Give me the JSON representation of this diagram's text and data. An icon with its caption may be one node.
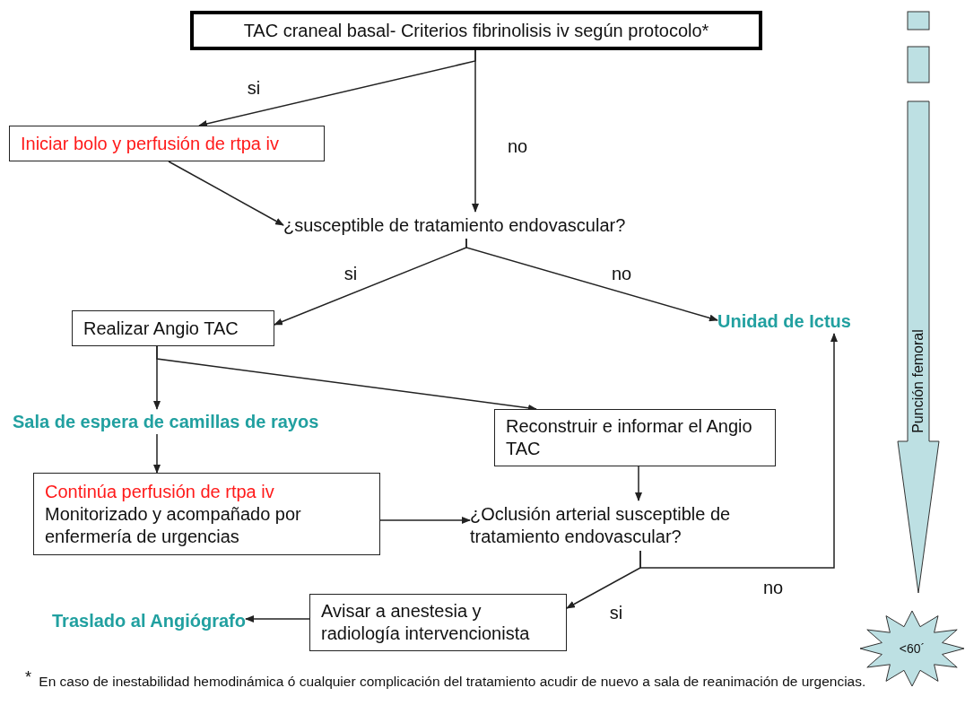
{
  "diagram": {
    "nodes": [
      {
        "text": [
          "TAC craneal basal- Criterios fibrinolisis iv según protocolo*"
        ]
      },
      {
        "text": [
          "Iniciar bolo y perfusión de rtpa iv"
        ]
      },
      {
        "text": [
          "¿susceptible de tratamiento endovascular?"
        ]
      },
      {
        "text": [
          "Realizar Angio TAC"
        ]
      },
      {
        "text": [
          "Unidad de Ictus"
        ]
      },
      {
        "text": [
          "Sala de espera de camillas de rayos"
        ]
      },
      {
        "text": [
          "Reconstruir e informar el Angio TAC"
        ]
      },
      {
        "text": [
          "Continúa perfusión de rtpa iv",
          "Monitorizado y acompañado por enfermería de urgencias"
        ]
      },
      {
        "text": [
          "¿Oclusión arterial susceptible de tratamiento endovascular?"
        ]
      },
      {
        "text": [
          "Avisar a anestesia y radiología intervencionista"
        ]
      },
      {
        "text": [
          "Traslado al Angiógrafo"
        ]
      },
      {
        "text": [
          "Punción femoral"
        ]
      },
      {
        "text": [
          "<60´"
        ]
      }
    ],
    "edges": [
      {
        "from": 0,
        "to": 1,
        "arrow": "to",
        "label": "si"
      },
      {
        "from": 0,
        "to": 2,
        "arrow": "to",
        "label": "no"
      },
      {
        "from": 1,
        "to": 2,
        "arrow": "to"
      },
      {
        "from": 2,
        "to": 3,
        "arrow": "to",
        "label": "si"
      },
      {
        "from": 2,
        "to": 4,
        "arrow": "to",
        "label": "no"
      },
      {
        "from": 3,
        "to": 5,
        "arrow": "to"
      },
      {
        "from": 3,
        "to": 6,
        "arrow": "to"
      },
      {
        "from": 5,
        "to": 7,
        "arrow": "to"
      },
      {
        "from": 6,
        "to": 8,
        "arrow": "to"
      },
      {
        "from": 7,
        "to": 8,
        "arrow": "to"
      },
      {
        "from": 8,
        "to": 9,
        "arrow": "to",
        "label": "si"
      },
      {
        "from": 8,
        "to": 4,
        "arrow": "to",
        "label": "no"
      },
      {
        "from": 9,
        "to": 10,
        "arrow": "to"
      }
    ],
    "labels": [
      "$^{*}$ En caso de inestabilidad hemodinámica ó cualquier complicación del tratamiento acudir de nuevo a sala de reanimación de urgencias."
    ]
  }
}
